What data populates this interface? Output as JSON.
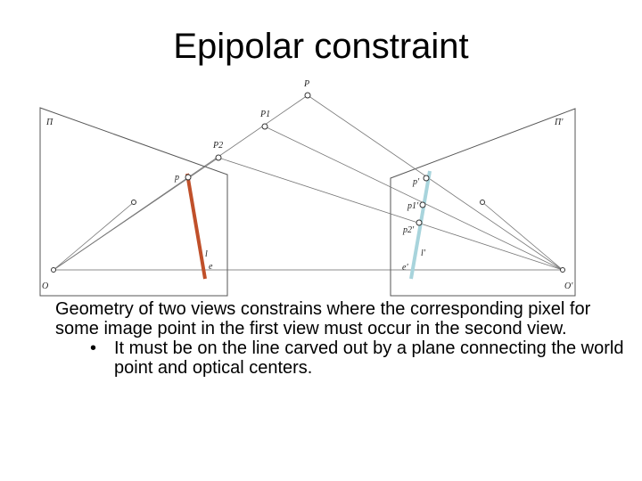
{
  "title": "Epipolar constraint",
  "figure": {
    "plane_left": "Π",
    "plane_right": "Π'",
    "point_p_world": "P",
    "point_p1_world": "P1",
    "point_p2_world": "P2",
    "left_image_point": "p",
    "left_epiline": "l",
    "left_epipole": "e",
    "left_center": "O",
    "right_image_point": "p'",
    "right_p1": "p1'",
    "right_p2": "p2'",
    "right_epiline": "l'",
    "right_epipole": "e'",
    "right_center": "O'",
    "left_line_color": "#c0502a",
    "right_line_color": "#a8d4dc"
  },
  "text": {
    "paragraph": "Geometry of two views constrains where the corresponding pixel for some image point in the first view must occur in the second view.",
    "bullet_symbol": "•",
    "bullet": "It must be on the line carved out by a plane connecting the world point and optical centers."
  }
}
